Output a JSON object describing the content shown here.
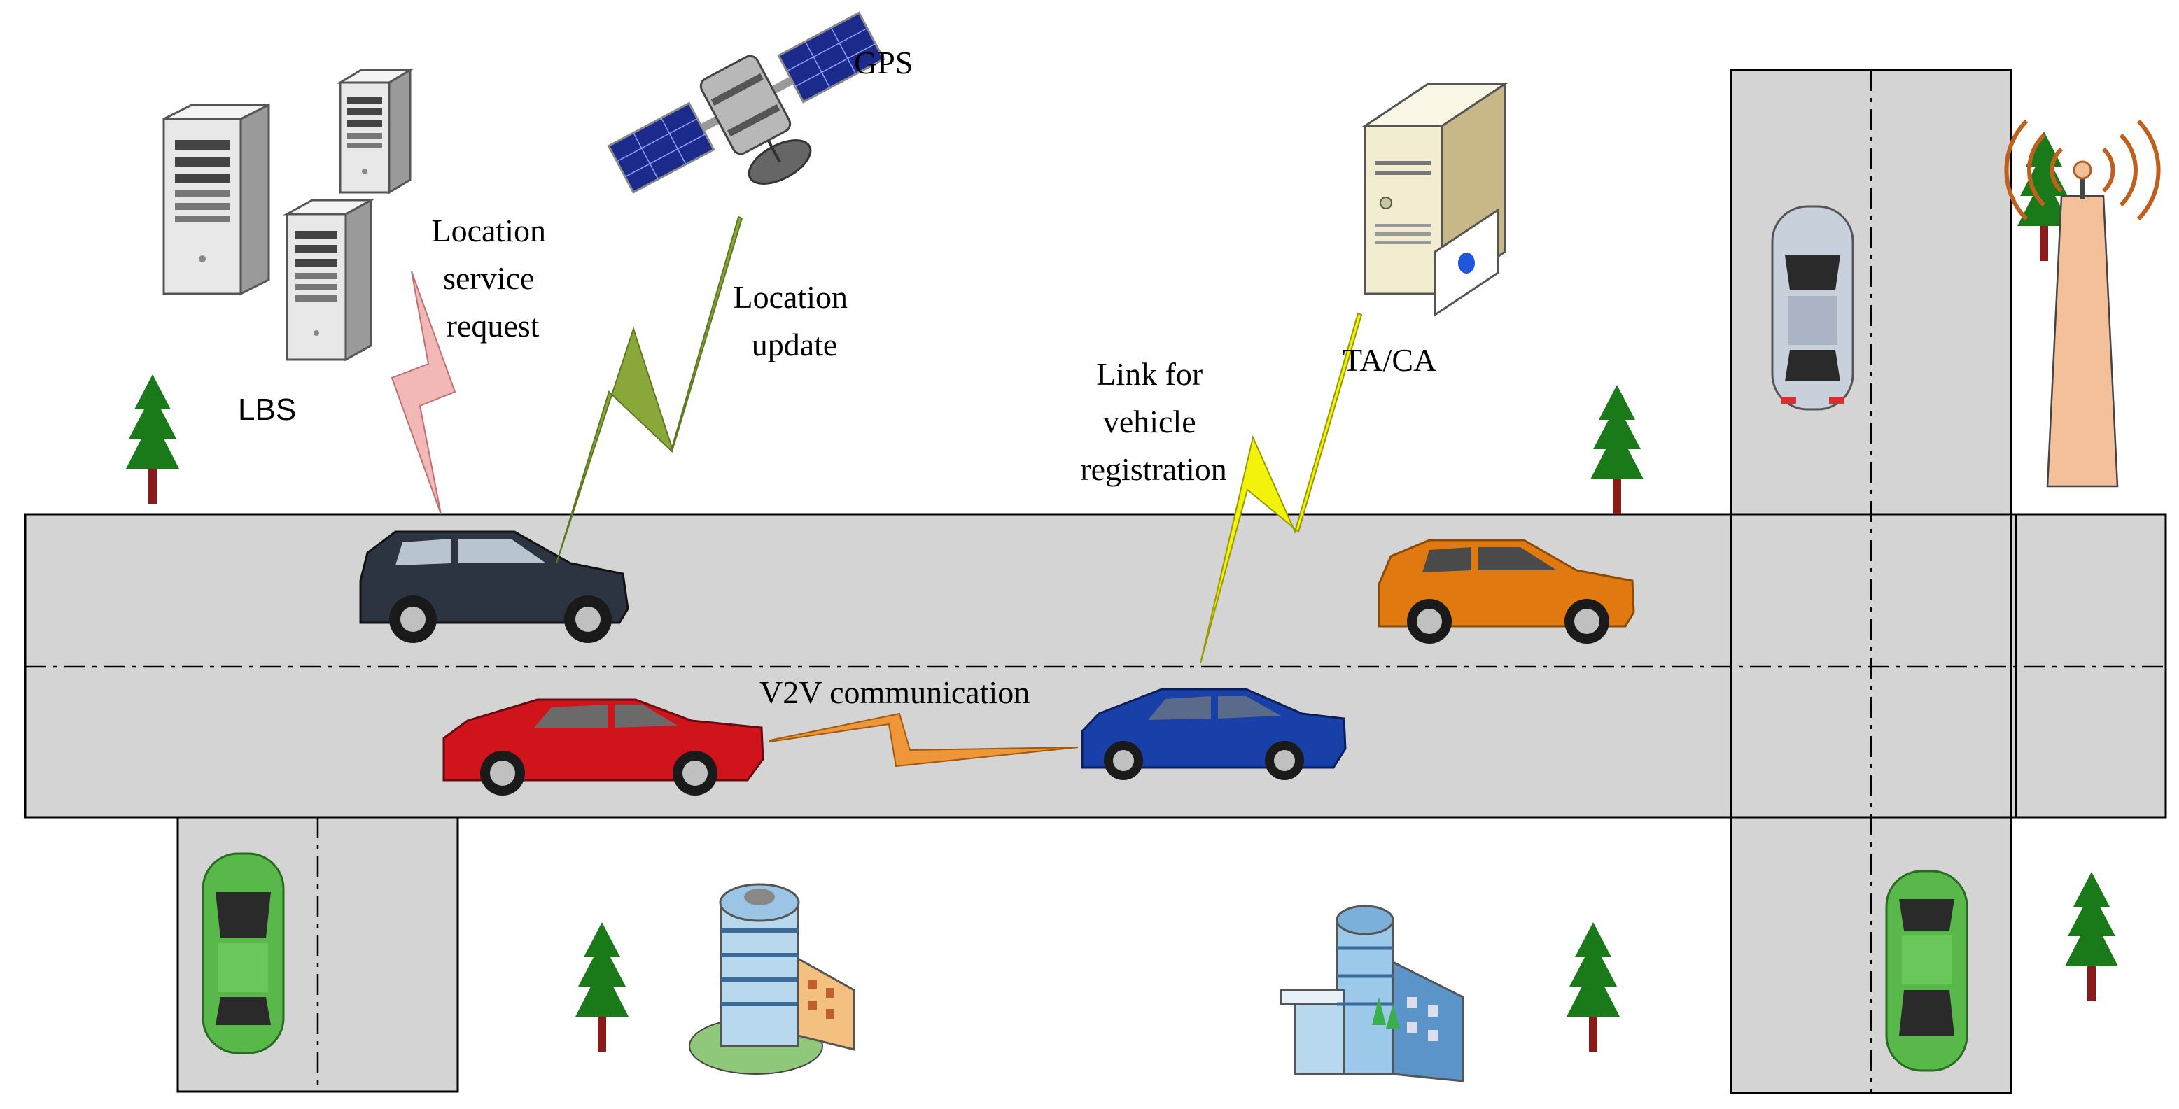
{
  "labels": {
    "gps": "GPS",
    "lbs": "LBS",
    "location_service_request": [
      "Location",
      "service",
      "request"
    ],
    "location_update": [
      "Location",
      "update"
    ],
    "ta_ca": "TA/CA",
    "link_for_vehicle_registration": [
      "Link for",
      "vehicle",
      "registration"
    ],
    "v2v_communication": "V2V communication"
  },
  "colors": {
    "road": "#d4d4d4",
    "road_edge": "#000000",
    "tree_green": "#1a7a1a",
    "tree_trunk": "#8b1a1a",
    "link_lbs": "#f2b8b8",
    "link_gps": "#8aa83a",
    "link_ta": "#f2f20a",
    "link_v2v": "#f0963a",
    "car_dark": "#2c3442",
    "car_orange": "#e07a10",
    "car_red": "#d0141c",
    "car_blue": "#1840a8",
    "car_green": "#58b84a",
    "car_silver": "#c8d0dc",
    "antenna": "#f4c09a"
  },
  "icons": {
    "lbs_servers": "server-tower-icon",
    "gps": "satellite-icon",
    "ta_ca": "server-certificate-icon",
    "rsu": "antenna-tower-icon",
    "tree": "tree-icon",
    "building": "office-building-icon"
  }
}
